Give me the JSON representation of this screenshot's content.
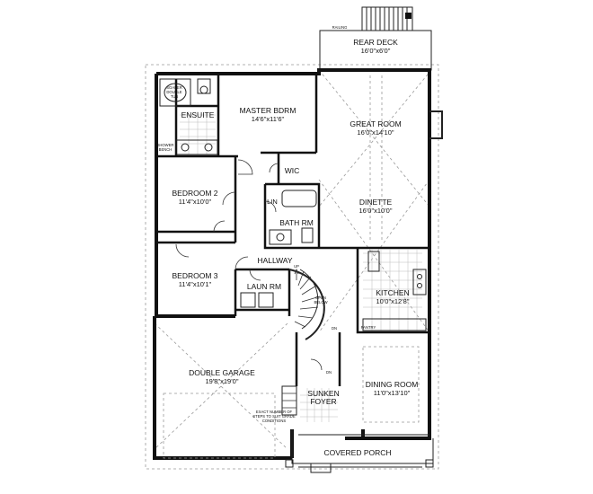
{
  "rooms": {
    "rear_deck": {
      "name": "REAR DECK",
      "dim": "16'0\"x6'0\""
    },
    "railing": "RAILING",
    "master": {
      "name": "MASTER BDRM",
      "dim": "14'6\"x11'6\""
    },
    "ensuite": "ENSUITE",
    "great_room": {
      "name": "GREAT ROOM",
      "dim": "16'0\"x14'10\""
    },
    "wic": "WIC",
    "bedroom2": {
      "name": "BEDROOM 2",
      "dim": "11'4\"x10'0\""
    },
    "lin": "LIN",
    "bath": "BATH RM",
    "dinette": {
      "name": "DINETTE",
      "dim": "16'0\"x10'0\""
    },
    "hallway": "HALLWAY",
    "bedroom3": {
      "name": "BEDROOM 3",
      "dim": "11'4\"x10'1\""
    },
    "laundry": "LAUN RM",
    "kitchen": {
      "name": "KITCHEN",
      "dim": "10'0\"x12'8\""
    },
    "garage": {
      "name": "DOUBLE GARAGE",
      "dim": "19'8\"x19'0\""
    },
    "dining": {
      "name": "DINING ROOM",
      "dim": "11'0\"x13'10\""
    },
    "foyer": {
      "l1": "SUNKEN",
      "l2": "FOYER"
    },
    "porch": "COVERED PORCH"
  },
  "notes": {
    "steps": [
      "EXACT NUMBER OF",
      "STEPS TO SUIT GRADE",
      "CONDITIONS"
    ],
    "open_below": [
      "OPEN",
      "BELOW"
    ],
    "up": "UP",
    "dn_stair": "DN",
    "dn_foyer": "DN",
    "pantry": "PANTRY",
    "shower": [
      "SHOWER",
      "BENCH"
    ],
    "tub": [
      "SOAKER",
      "DOUBLE",
      "TUB"
    ]
  }
}
